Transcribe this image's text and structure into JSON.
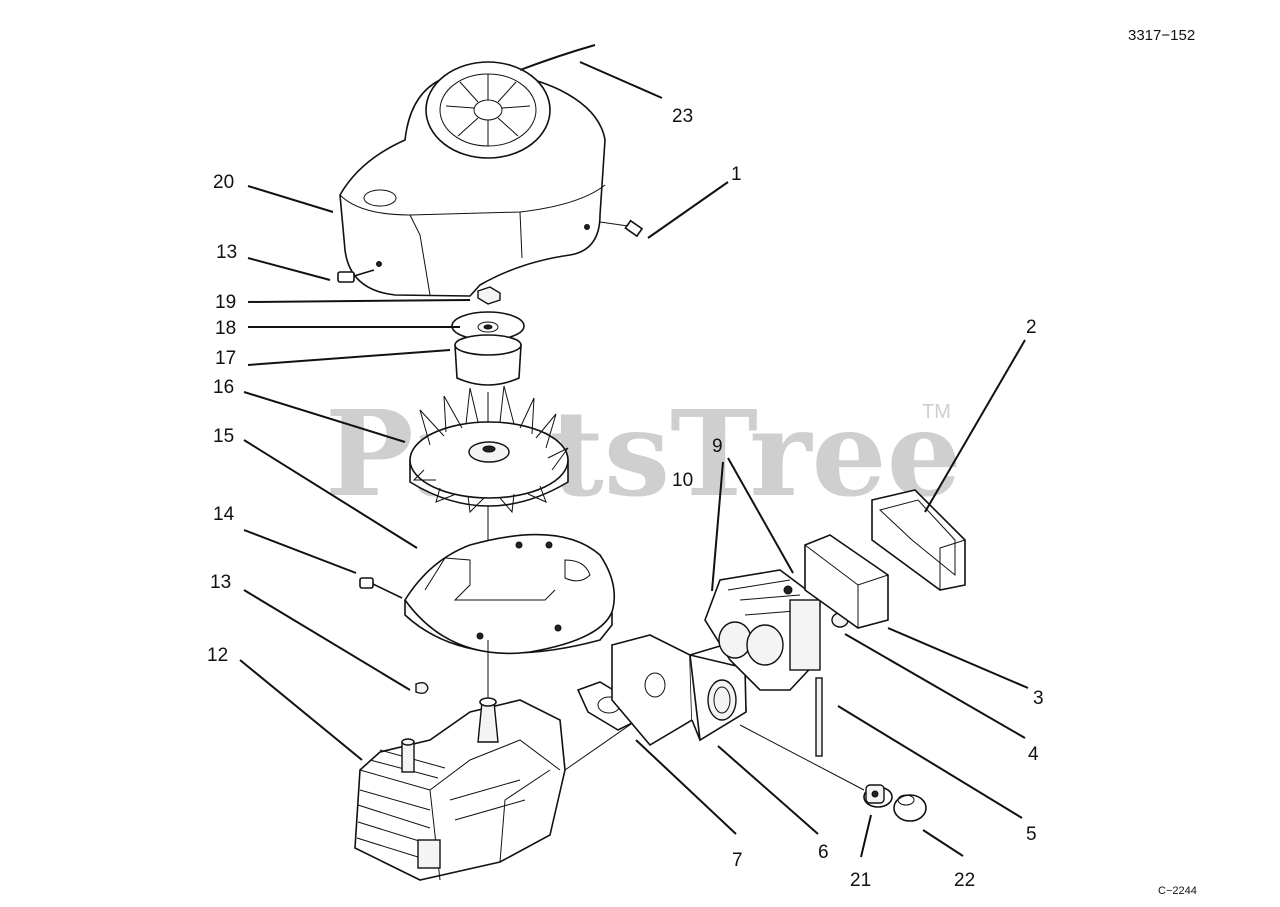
{
  "diagram": {
    "drawing_number": "3317−152",
    "figure_code": "C−2244",
    "watermark": "PartsTree",
    "watermark_mark": "TM",
    "callouts": [
      "1",
      "2",
      "3",
      "4",
      "5",
      "6",
      "7",
      "9",
      "10",
      "12",
      "13",
      "14",
      "14",
      "15",
      "16",
      "17",
      "18",
      "19",
      "20",
      "21",
      "22",
      "23"
    ]
  }
}
